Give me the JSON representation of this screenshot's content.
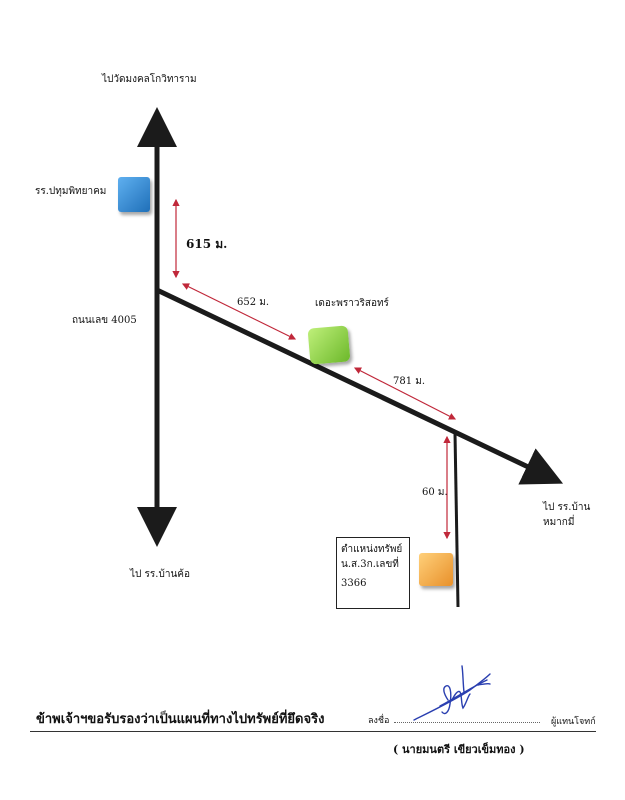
{
  "colors": {
    "road": "#1b1b1b",
    "arrow_red": "#c0283a",
    "school_blue": "#2f86d3",
    "store_green": "#8ad13a",
    "property_orange": "#f0a33a",
    "signature_blue": "#2a3fb0"
  },
  "labels": {
    "north_destination": "ไปวัดมงคลโกวิทาราม",
    "south_destination": "ไป รร.บ้านค้อ",
    "east_destination_line1": "ไป รร.บ้าน",
    "east_destination_line2": "หมากมี่",
    "road_name": "ถนนเลข 4005",
    "school_name": "รร.ปทุมพิทยาคม",
    "store_name": "เดอะพราวริสอทร์",
    "property_line1": "ตำแหน่งทรัพย์",
    "property_line2": "น.ส.3ก.เลขที่",
    "property_line3": "3366"
  },
  "distances": {
    "north_segment": "615 ม.",
    "junction_to_store": "652 ม.",
    "store_to_branch": "781 ม.",
    "branch_to_property": "60 ม."
  },
  "footer": {
    "certification": "ข้าพเจ้าฯขอรับรองว่าเป็นแผนที่ทางไปทรัพย์ที่ยึดจริง",
    "signature_label": "ลงชื่อ",
    "role_label": "ผู้แทนโจทก์",
    "signer_name": "( นายมนตรี เขียวเข็มทอง )"
  },
  "icons": {
    "school_marker": "blue-square-icon",
    "store_marker": "green-square-icon",
    "property_marker": "orange-square-icon",
    "signature": "handwritten-signature"
  }
}
